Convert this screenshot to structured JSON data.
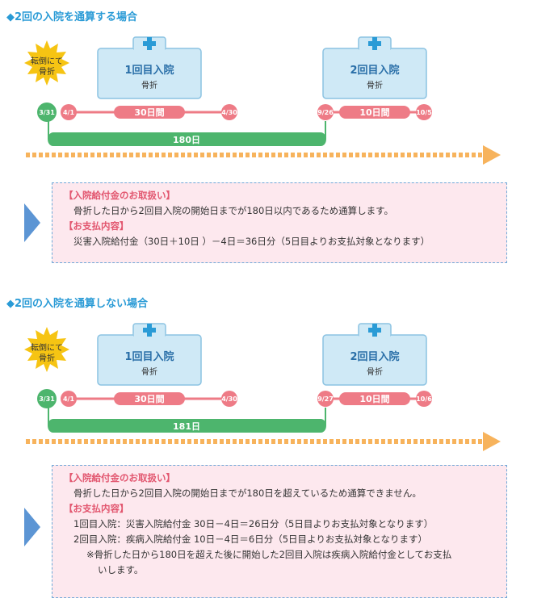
{
  "sections": [
    {
      "title": "◆2回の入院を通算する場合",
      "burst": [
        "転倒にて",
        "骨折"
      ],
      "stay1": {
        "title": "1回目入院",
        "sub": "骨折"
      },
      "stay2": {
        "title": "2回目入院",
        "sub": "骨折"
      },
      "dates": {
        "accident": "3/31",
        "start1": "4/1",
        "end1": "4/30",
        "start2": "9/26",
        "end2": "10/5"
      },
      "span1": "30日間",
      "span2": "10日間",
      "total": "180日",
      "note": {
        "h1": "【入院給付金のお取扱い】",
        "l1": "骨折した日から2回目入院の開始日までが180日以内であるため通算します。",
        "h2": "【お支払内容】",
        "l2": "災害入院給付金（30日＋10日 ）－4日＝36日分（5日目よりお支払対象となります）"
      }
    },
    {
      "title": "◆2回の入院を通算しない場合",
      "burst": [
        "転倒にて",
        "骨折"
      ],
      "stay1": {
        "title": "1回目入院",
        "sub": "骨折"
      },
      "stay2": {
        "title": "2回目入院",
        "sub": "骨折"
      },
      "dates": {
        "accident": "3/31",
        "start1": "4/1",
        "end1": "4/30",
        "start2": "9/27",
        "end2": "10/6"
      },
      "span1": "30日間",
      "span2": "10日間",
      "total": "181日",
      "note": {
        "h1": "【入院給付金のお取扱い】",
        "l1": "骨折した日から2回目入院の開始日までが180日を超えているため通算できません。",
        "h2": "【お支払内容】",
        "l2": "1回目入院：災害入院給付金 30日－4日＝26日分（5日目よりお支払対象となります）",
        "l3": "2回目入院：疾病入院給付金 10日－4日＝6日分（5日目よりお支払対象となります）",
        "l4": "※骨折した日から180日を超えた後に開始した2回目入院は疾病入院給付金としてお支払",
        "l5": "いします。"
      }
    }
  ],
  "colors": {
    "title": "#2a9bd6",
    "box_fill": "#cfe9f6",
    "box_stroke": "#8cc3e2",
    "cross": "#2a9bd6",
    "pink": "#ee7b86",
    "green": "#4db56d",
    "dots": "#f7b35c",
    "burst": "#f6c413",
    "note_bg": "#fde8ee",
    "note_head": "#e2566f",
    "arrow": "#5c95d4"
  }
}
